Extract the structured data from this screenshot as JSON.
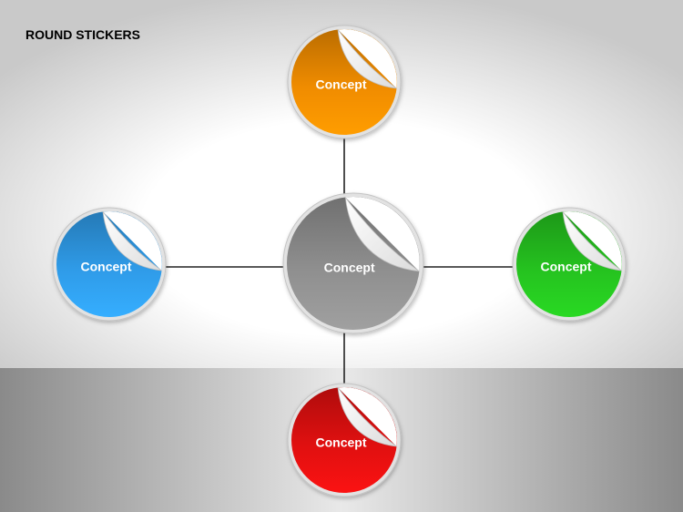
{
  "title": "ROUND STICKERS",
  "stickers": {
    "center": {
      "label": "Concept",
      "color": "#8f8f8f"
    },
    "top": {
      "label": "Concept",
      "color": "#f08c00"
    },
    "left": {
      "label": "Concept",
      "color": "#2f9be8"
    },
    "right": {
      "label": "Concept",
      "color": "#25c21f"
    },
    "bottom": {
      "label": "Concept",
      "color": "#e01010"
    }
  }
}
